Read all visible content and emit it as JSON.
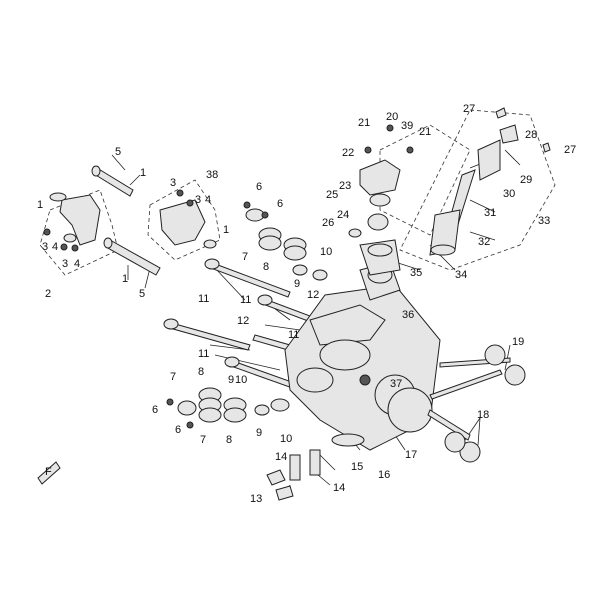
{
  "callouts": {
    "n1a": "1",
    "n1b": "1",
    "n1c": "1",
    "n1d": "1",
    "n2": "2",
    "n3a": "3",
    "n3b": "3",
    "n3c": "3",
    "n3d": "3",
    "n4a": "4",
    "n4b": "4",
    "n4c": "4",
    "n5a": "5",
    "n5b": "5",
    "n6a": "6",
    "n6b": "6",
    "n6c": "6",
    "n6d": "6",
    "n7a": "7",
    "n7b": "7",
    "n7c": "7",
    "n8a": "8",
    "n8b": "8",
    "n8c": "8",
    "n9a": "9",
    "n9b": "9",
    "n9c": "9",
    "n10a": "10",
    "n10b": "10",
    "n10c": "10",
    "n11a": "11",
    "n11b": "11",
    "n11c": "11",
    "n11d": "11",
    "n12a": "12",
    "n12b": "12",
    "n13": "13",
    "n14a": "14",
    "n14b": "14",
    "n15": "15",
    "n16": "16",
    "n17": "17",
    "n18": "18",
    "n19": "19",
    "n20": "20",
    "n21a": "21",
    "n21b": "21",
    "n22": "22",
    "n23": "23",
    "n24": "24",
    "n25": "25",
    "n26": "26",
    "n27a": "27",
    "n27b": "27",
    "n28": "28",
    "n29": "29",
    "n30": "30",
    "n31": "31",
    "n32": "32",
    "n33": "33",
    "n34": "34",
    "n35": "35",
    "n36": "36",
    "n37": "37",
    "n38": "38",
    "n39": "39"
  },
  "corner_badge": "F"
}
